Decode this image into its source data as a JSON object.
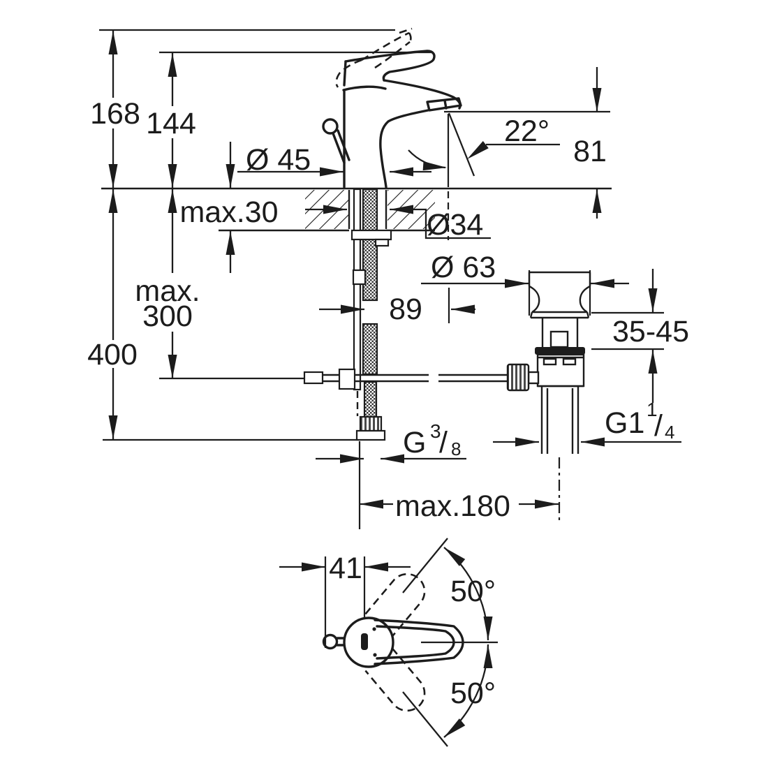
{
  "colors": {
    "line": "#1c1c1c",
    "background": "#ffffff"
  },
  "side_view": {
    "raised_handle_height": "168",
    "handle_height": "144",
    "body_diameter": "Ø 45",
    "spout_angle": "22°",
    "spout_height": "81",
    "deck_max_thickness": "max.30",
    "deck_hole_diameter": "Ø34",
    "supply_drop_prefix": "max.",
    "supply_drop_value": "300",
    "overall_drop": "400",
    "waste_flange_diameter": "Ø 63",
    "spout_reach": "89",
    "basin_clamp_range": "35-45",
    "supply_thread": {
      "g": "G",
      "num": "3",
      "slash": "/",
      "den": "8"
    },
    "waste_thread": {
      "g": "G1",
      "num": "1",
      "slash": "/",
      "den": "4"
    },
    "waste_max_offset": "max.180"
  },
  "top_view": {
    "handle_offset": "41",
    "swivel_up": "50°",
    "swivel_down": "50°"
  }
}
